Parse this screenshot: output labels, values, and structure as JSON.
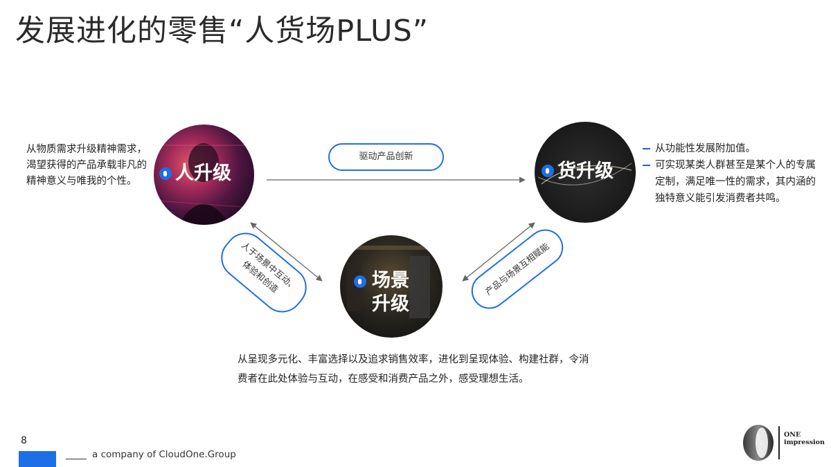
{
  "title": "发展进化的零售“人货场PLUS”",
  "nodes": {
    "people": {
      "label": "人升级",
      "description": "从物质需求升级精神需求，渴望获得的产品承载非凡的精神意义与唯我的个性。"
    },
    "goods": {
      "label": "货升级",
      "bullets": [
        "从功能性发展附加值。",
        "可实现某类人群甚至是某个人的专属定制，满足唯一性的需求，其内涵的独特意义能引发消费者共鸣。"
      ]
    },
    "scene": {
      "label_line1": "场景",
      "label_line2": "升级",
      "description": "从呈现多元化、丰富选择以及追求销售效率，进化到呈现体验、构建社群，令消费者在此处体验与互动，在感受和消费产品之外，感受理想生活。"
    }
  },
  "edges": {
    "people_goods": "驱动产品创新",
    "people_scene_line1": "人于场景中互动、",
    "people_scene_line2": "体验和创造",
    "goods_scene": "产品与场景互相赋能"
  },
  "footer": {
    "page_number": "8",
    "company": "a company of CloudOne.Group",
    "logo_line1": "ONE",
    "logo_line2": "impression"
  },
  "colors": {
    "accent": "#1e6ee8",
    "arrow": "#666666"
  }
}
